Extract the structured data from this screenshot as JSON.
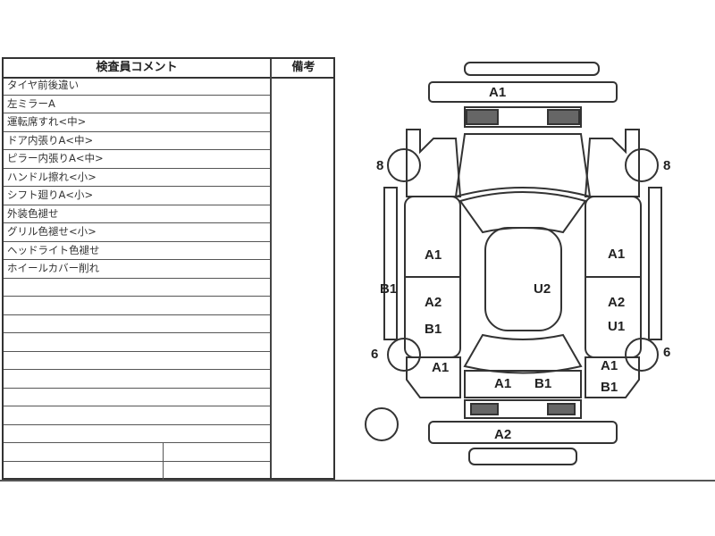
{
  "table": {
    "comment_header": "検査員コメント",
    "remarks_header": "備考",
    "comments": [
      "タイヤ前後違い",
      "左ミラーA",
      "運転席すれ<中>",
      "ドア内張りA<中>",
      "ピラー内張りA<中>",
      "ハンドル擦れ<小>",
      "シフト廻りA<小>",
      "外装色褪せ",
      "グリル色褪せ<小>",
      "ヘッドライト色褪せ",
      "ホイールカバー削れ"
    ]
  },
  "diagram": {
    "front_bumper": "A1",
    "tire_front_left": "8",
    "tire_front_right": "8",
    "left_front_fender": "A1",
    "right_front_fender": "A1",
    "left_sill": "B1",
    "roof": "U2",
    "left_front_door": "A2",
    "right_front_door": "A2",
    "left_rear_door": "B1",
    "right_rear_door": "U1",
    "tire_rear_left": "6",
    "tire_rear_right": "6",
    "left_rear_fender": "A1",
    "right_rear_fender": "A1",
    "trunk_left": "A1",
    "trunk_right": "B1",
    "right_rear_quarter": "B1",
    "rear_bumper": "A2"
  }
}
